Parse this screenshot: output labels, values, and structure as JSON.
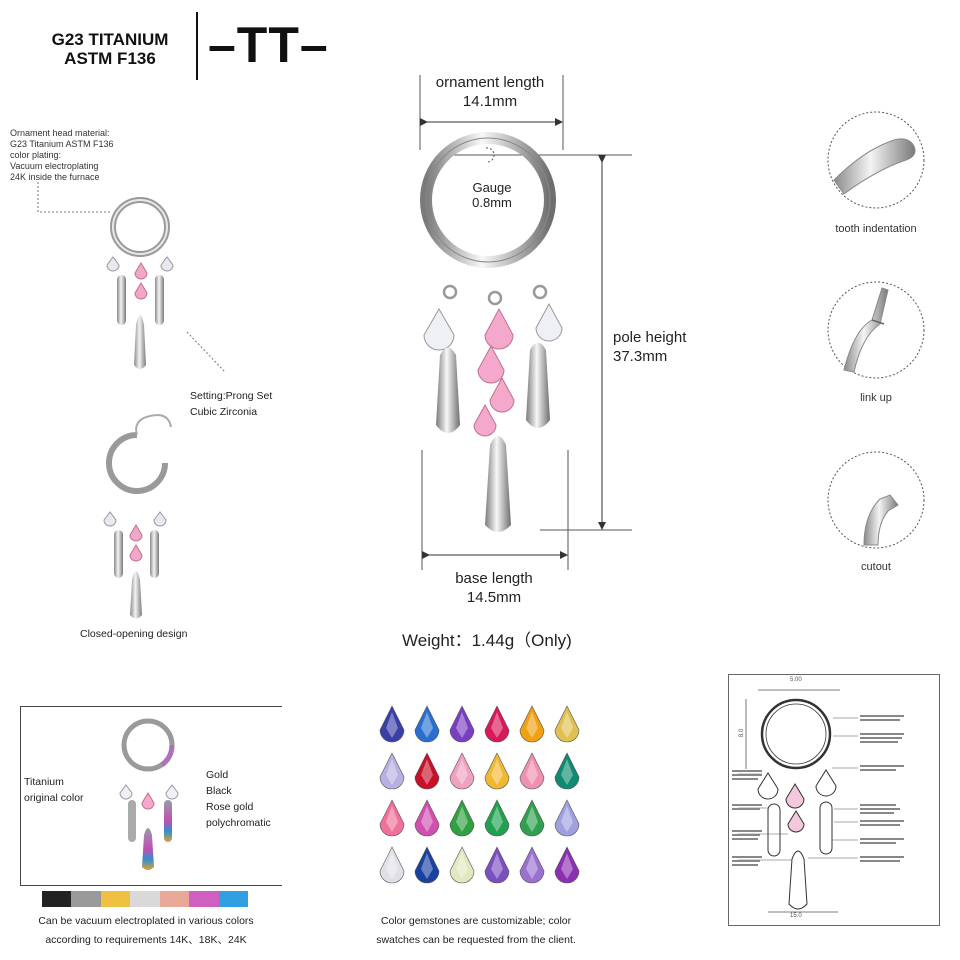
{
  "brand": {
    "title_line1": "G23 TITANIUM",
    "title_line2": "ASTM F136",
    "logo": "–TT–"
  },
  "material_note": {
    "line1": "Ornament head material:",
    "line2": "G23 Titanium  ASTM F136",
    "line3": "color plating:",
    "line4": "Vacuum electroplating",
    "line5": "24K inside the furnace"
  },
  "setting_note": {
    "line1": "Setting:Prong Set",
    "line2": "Cubic Zirconia"
  },
  "closed_caption": "Closed-opening design",
  "dimensions": {
    "ornament_label": "ornament length",
    "ornament_value": "14.1mm",
    "gauge_label": "Gauge",
    "gauge_value": "0.8mm",
    "pole_label": "pole height",
    "pole_value": "37.3mm",
    "base_label": "base length",
    "base_value": "14.5mm"
  },
  "weight": "Weight：1.44g（Only)",
  "details": [
    {
      "label": "tooth indentation",
      "icon": "ring-end-icon"
    },
    {
      "label": "link up",
      "icon": "hinge-icon"
    },
    {
      "label": "cutout",
      "icon": "cutout-icon"
    }
  ],
  "plating": {
    "left_line1": "Titanium",
    "left_line2": "original color",
    "options": [
      "Gold",
      "Black",
      "Rose gold",
      "polychromatic"
    ],
    "swatches": [
      "#222222",
      "#9a9a9a",
      "#f0c040",
      "#d9d9d9",
      "#e8a898",
      "#d060c0",
      "#30a0e0"
    ],
    "caption_line1": "Can be vacuum electroplated in various colors",
    "caption_line2": "according to requirements 14K、18K、24K"
  },
  "gemstones": {
    "colors": [
      "#3a3fa8",
      "#2a6fd0",
      "#7a3fc0",
      "#d8185a",
      "#f0a010",
      "#e0c050",
      "#b8b0e0",
      "#c8102a",
      "#f0a0c0",
      "#f0b830",
      "#f090b0",
      "#108a70",
      "#f0709a",
      "#d050b0",
      "#30a040",
      "#20a050",
      "#30a050",
      "#a0a0e0",
      "#e0e0e8",
      "#1a40a0",
      "#e0e8c0",
      "#7a4fc0",
      "#9a70d0",
      "#8a30b0"
    ],
    "caption_line1": "Color gemstones are customizable; color",
    "caption_line2": "swatches can be requested from the client."
  },
  "drawing": {
    "top_dim": "5.00",
    "bottom_dim": "15.0",
    "side_dim": "8.0"
  }
}
